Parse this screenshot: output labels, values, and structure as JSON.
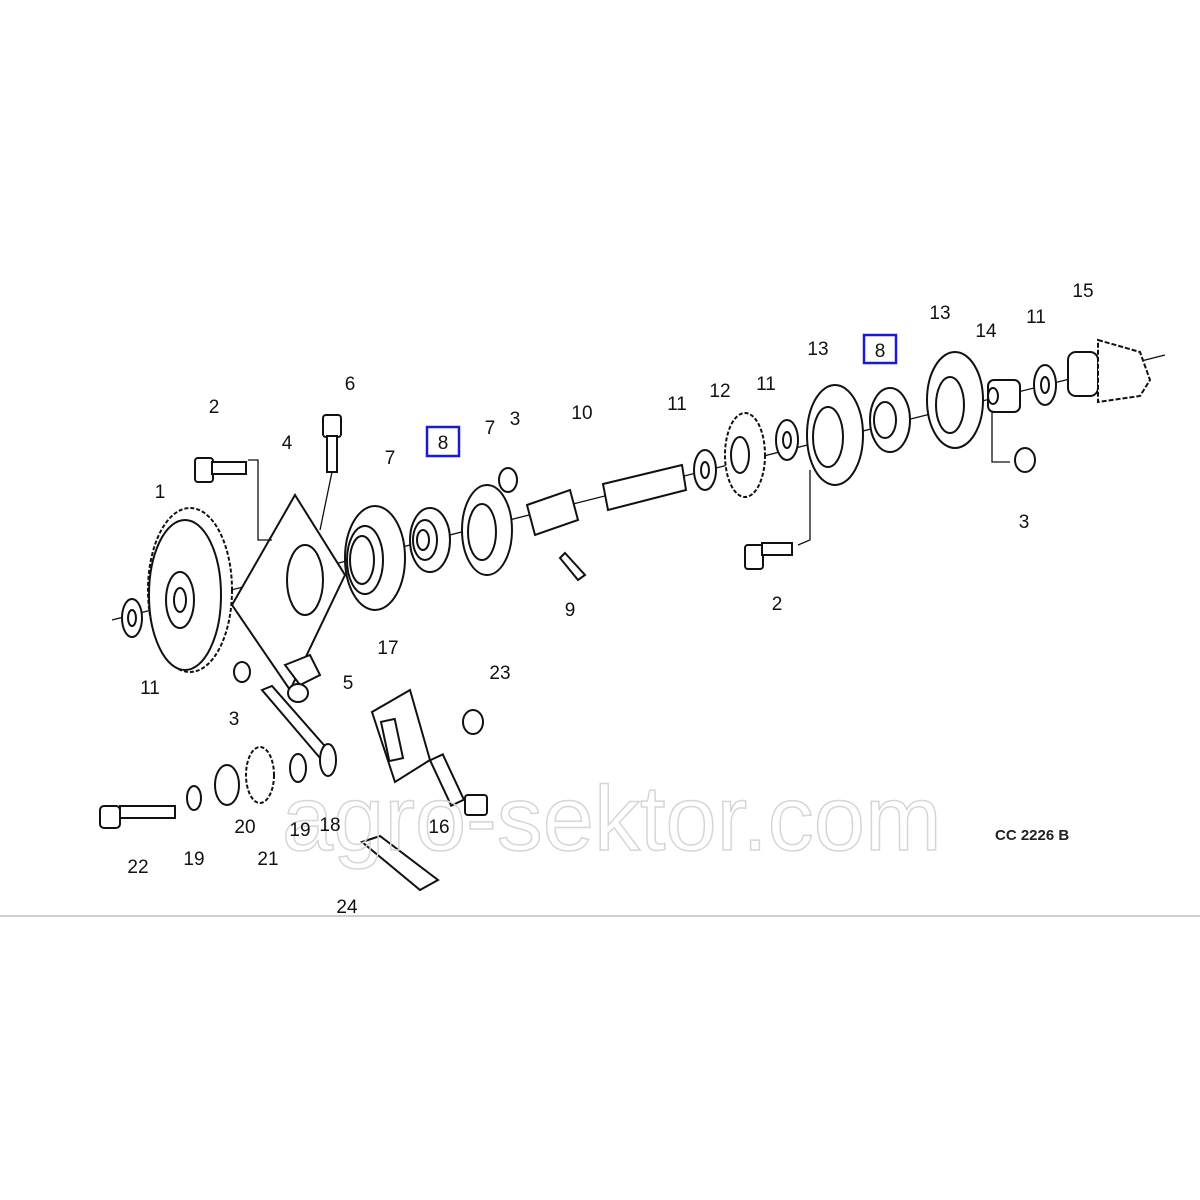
{
  "diagram": {
    "drawing_code": "CC 2226 B",
    "watermark": "agro-sektor.com",
    "highlight_color": "#1a1ad6",
    "callouts": {
      "c1": "1",
      "c2a": "2",
      "c2b": "2",
      "c3a": "3",
      "c3b": "3",
      "c3c": "3",
      "c4": "4",
      "c5": "5",
      "c6": "6",
      "c7a": "7",
      "c7b": "7",
      "c8a": "8",
      "c8b": "8",
      "c9": "9",
      "c10": "10",
      "c11a": "11",
      "c11b": "11",
      "c11c": "11",
      "c11d": "11",
      "c12": "12",
      "c13a": "13",
      "c13b": "13",
      "c14": "14",
      "c15": "15",
      "c16": "16",
      "c17": "17",
      "c18": "18",
      "c19a": "19",
      "c19b": "19",
      "c20": "20",
      "c21": "21",
      "c22": "22",
      "c23": "23",
      "c24": "24"
    }
  }
}
